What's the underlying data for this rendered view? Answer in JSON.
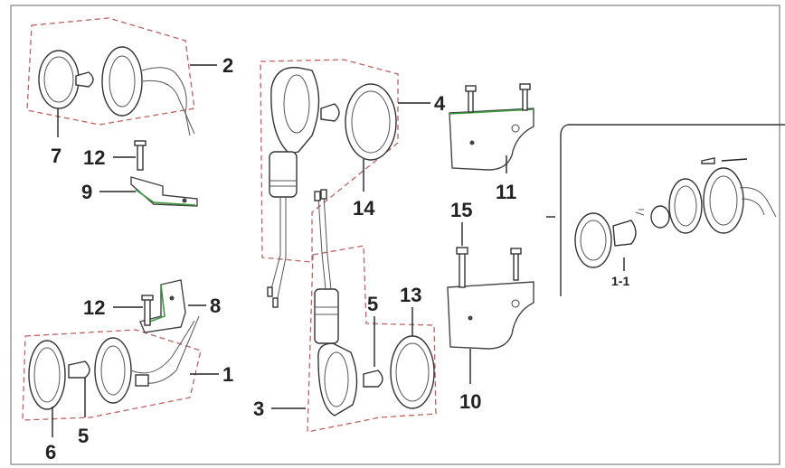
{
  "diagram": {
    "callouts": {
      "c1": "1",
      "c2": "2",
      "c3": "3",
      "c4": "4",
      "c5a": "5",
      "c5b": "5",
      "c6": "6",
      "c7": "7",
      "c8": "8",
      "c9": "9",
      "c10": "10",
      "c11": "11",
      "c12a": "12",
      "c12b": "12",
      "c13": "13",
      "c14": "14",
      "c15": "15",
      "c11_sub": "1-1"
    },
    "colors": {
      "assembly_outline": "#c06060",
      "bracket_highlight": "#3a9a3a",
      "ink": "#222222"
    }
  }
}
